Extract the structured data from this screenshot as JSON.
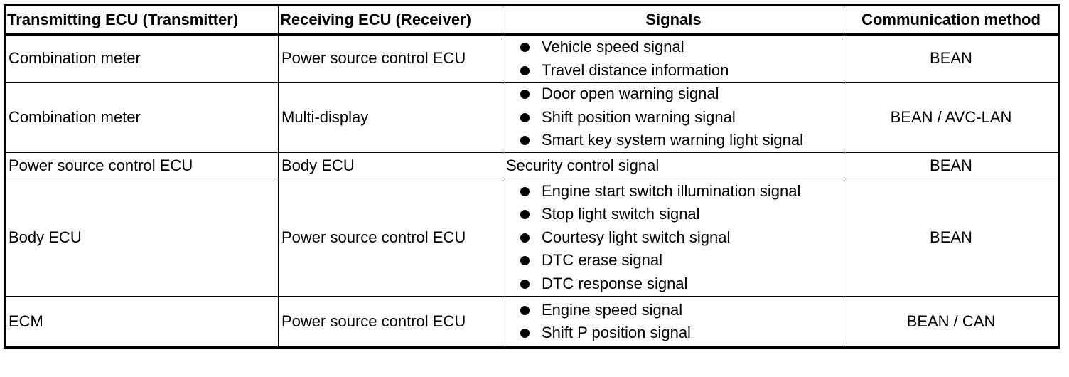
{
  "headers": {
    "transmitter": "Transmitting ECU (Transmitter)",
    "receiver": "Receiving ECU (Receiver)",
    "signals": "Signals",
    "method": "Communication method"
  },
  "rows": [
    {
      "transmitter": "Combination meter",
      "receiver": "Power source control ECU",
      "signals": [
        "Vehicle speed signal",
        "Travel distance information"
      ],
      "method": "BEAN"
    },
    {
      "transmitter": "Combination meter",
      "receiver": "Multi-display",
      "signals": [
        "Door open warning signal",
        "Shift position warning signal",
        "Smart key system warning light signal"
      ],
      "method": "BEAN / AVC-LAN"
    },
    {
      "transmitter": "Power source control ECU",
      "receiver": "Body ECU",
      "signal_text": "Security control signal",
      "method": "BEAN"
    },
    {
      "transmitter": "Body ECU",
      "receiver": "Power source control ECU",
      "signals": [
        "Engine start switch illumination signal",
        "Stop light switch signal",
        "Courtesy light switch signal",
        "DTC erase signal",
        "DTC response signal"
      ],
      "method": "BEAN"
    },
    {
      "transmitter": "ECM",
      "receiver": "Power source control ECU",
      "signals": [
        "Engine speed signal",
        "Shift P position signal"
      ],
      "method": "BEAN / CAN"
    }
  ]
}
